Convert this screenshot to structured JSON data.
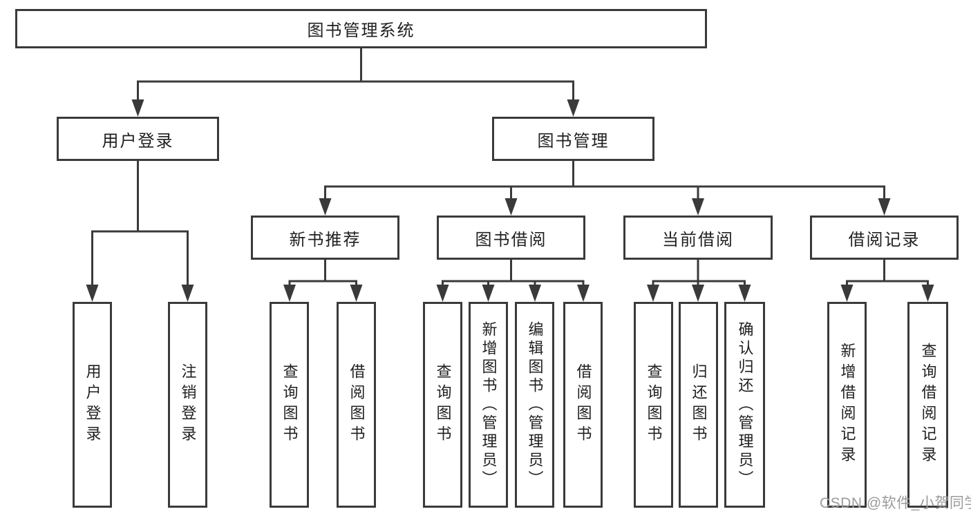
{
  "diagram": {
    "root": {
      "label": "图书管理系统"
    },
    "branches": [
      {
        "label": "用户登录",
        "children": [
          {
            "label": "用户登录"
          },
          {
            "label": "注销登录"
          }
        ]
      },
      {
        "label": "图书管理",
        "children": [
          {
            "label": "新书推荐",
            "children": [
              {
                "label": "查询图书"
              },
              {
                "label": "借阅图书"
              }
            ]
          },
          {
            "label": "图书借阅",
            "children": [
              {
                "label": "查询图书"
              },
              {
                "label": "新增图书（管理员）"
              },
              {
                "label": "编辑图书（管理员）"
              },
              {
                "label": "借阅图书"
              }
            ]
          },
          {
            "label": "当前借阅",
            "children": [
              {
                "label": "查询图书"
              },
              {
                "label": "归还图书"
              },
              {
                "label": "确认归还（管理员）"
              }
            ]
          },
          {
            "label": "借阅记录",
            "children": [
              {
                "label": "新增借阅记录"
              },
              {
                "label": "查询借阅记录"
              }
            ]
          }
        ]
      }
    ]
  },
  "watermark": {
    "text": "CSDN @软件_小贺同学"
  },
  "colors": {
    "line": "#3a3a3a",
    "text": "#1f1f1f",
    "background": "#ffffff",
    "watermark": "#9b9b9b"
  }
}
